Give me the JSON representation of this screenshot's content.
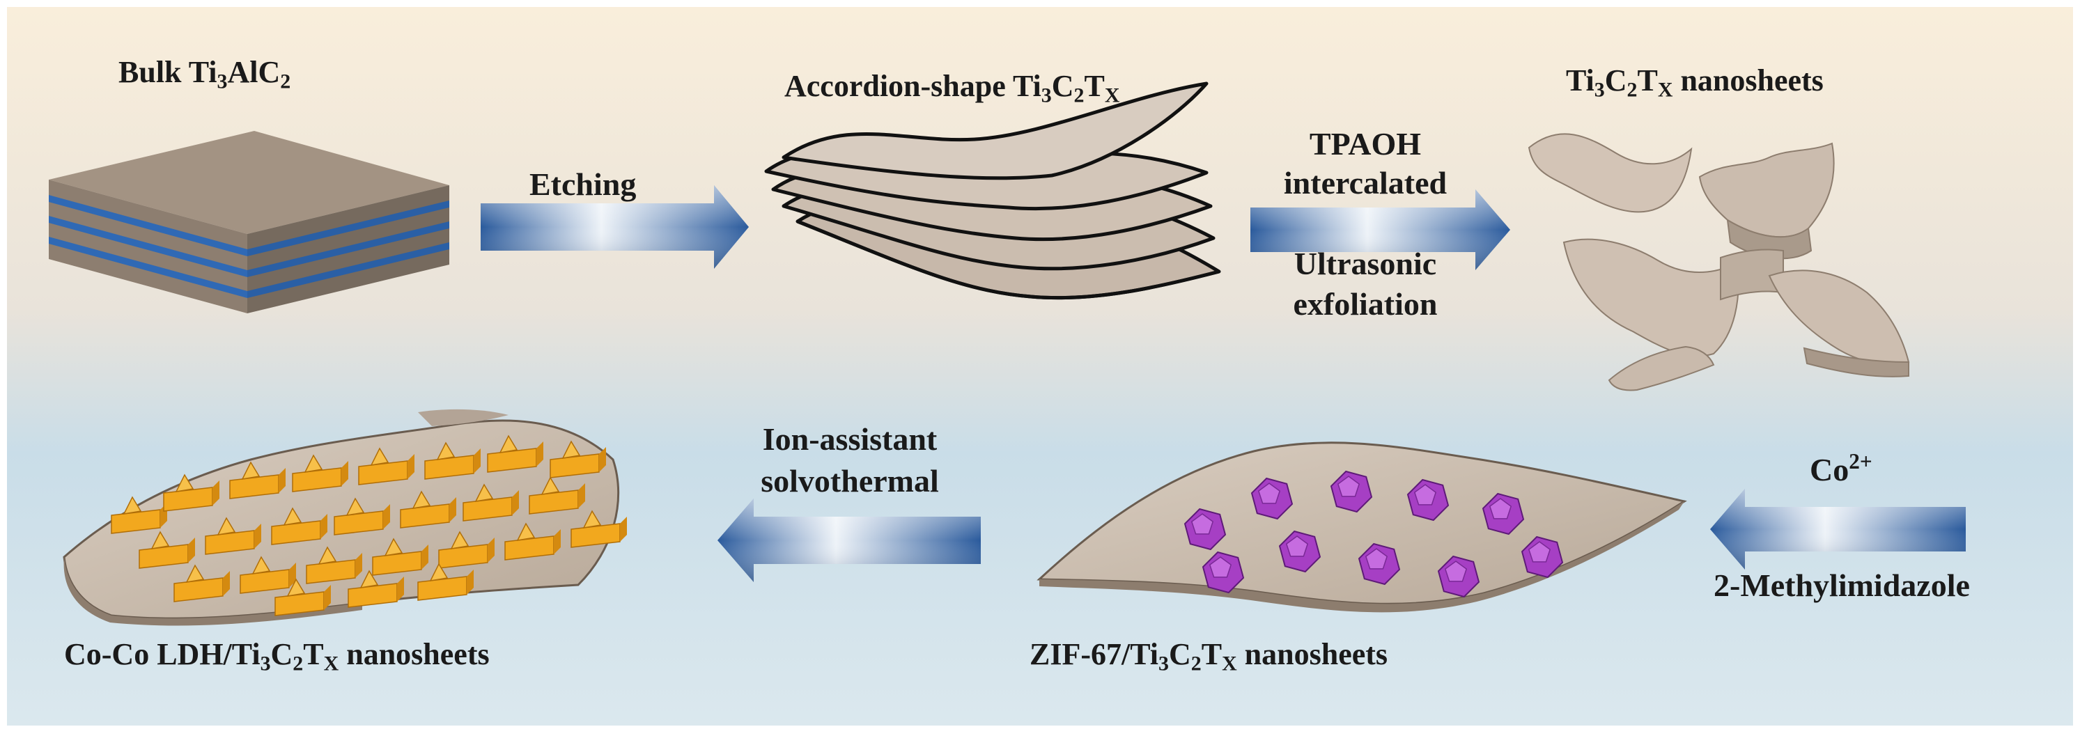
{
  "diagram": {
    "nodes": {
      "bulk": {
        "prefix": "Bulk Ti",
        "s1": "3",
        "mid": "AlC",
        "s2": "2"
      },
      "accordion": {
        "prefix": "Accordion-shape Ti",
        "s1": "3",
        "mid": "C",
        "s2": "2",
        "mid2": "T",
        "s3": "X"
      },
      "nanosheets": {
        "prefix": "Ti",
        "s1": "3",
        "mid": "C",
        "s2": "2",
        "mid2": "T",
        "s3": "X",
        "suffix": " nanosheets"
      },
      "zif": {
        "prefix": "ZIF-67/Ti",
        "s1": "3",
        "mid": "C",
        "s2": "2",
        "mid2": "T",
        "s3": "X",
        "suffix": " nanosheets"
      },
      "ldh": {
        "prefix": "Co-Co LDH/Ti",
        "s1": "3",
        "mid": "C",
        "s2": "2",
        "mid2": "T",
        "s3": "X",
        "suffix": " nanosheets"
      }
    },
    "steps": {
      "etching": "Etching",
      "tpaoh_1": "TPAOH",
      "tpaoh_2": "intercalated",
      "ultra_1": "Ultrasonic",
      "ultra_2": "exfoliation",
      "co_base": "Co",
      "co_sup": "2+",
      "methyl": "2-Methylimidazole",
      "ion_1": "Ion-assistant",
      "ion_2": "solvothermal"
    },
    "colors": {
      "background_top": "#f8ecd8",
      "background_bottom": "#bcd7e6",
      "arrow_blue": "#2a5a9c",
      "sheet_tan": "#cdbfb1",
      "bulk_stripe": "#2f69b5",
      "zif_purple": "#a63fc4",
      "ldh_orange": "#f2a81e"
    }
  }
}
